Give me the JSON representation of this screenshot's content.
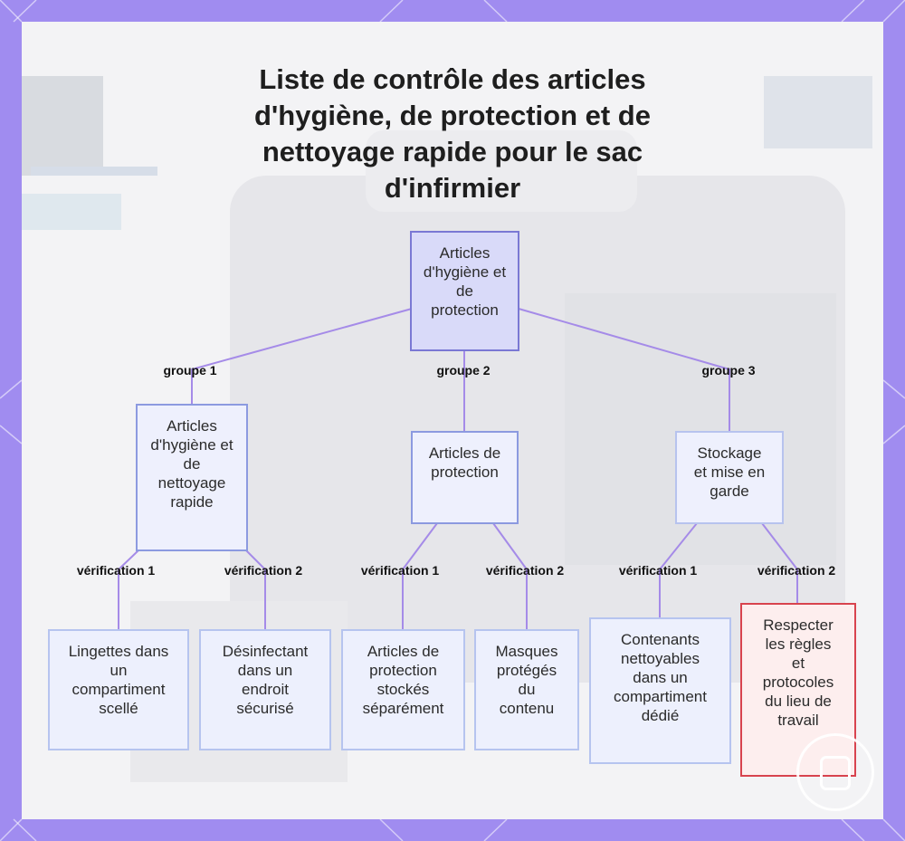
{
  "title": "Liste de contrôle des articles d'hygiène, de protection et de nettoyage rapide pour le sac d'infirmier",
  "colors": {
    "frame": "#a08cf0",
    "root_fill": "#d9daf9",
    "edge": "#a58be8",
    "highlight_border": "#d8434e"
  },
  "root": {
    "label": "Articles d'hygiène et de protection"
  },
  "groups": [
    {
      "edge_label": "groupe 1",
      "label": "Articles d'hygiène et de nettoyage rapide",
      "children": [
        {
          "edge_label": "vérification 1",
          "label": "Lingettes dans un compartiment scellé"
        },
        {
          "edge_label": "vérification 2",
          "label": "Désinfectant dans un endroit sécurisé"
        }
      ]
    },
    {
      "edge_label": "groupe 2",
      "label": "Articles de protection",
      "children": [
        {
          "edge_label": "vérification 1",
          "label": "Articles de protection stockés séparément"
        },
        {
          "edge_label": "vérification 2",
          "label": "Masques protégés du contenu"
        }
      ]
    },
    {
      "edge_label": "groupe 3",
      "label": "Stockage et mise en garde",
      "children": [
        {
          "edge_label": "vérification 1",
          "label": "Contenants nettoyables dans un compartiment dédié"
        },
        {
          "edge_label": "vérification 2",
          "label": "Respecter les règles et protocoles du lieu de travail"
        }
      ]
    }
  ],
  "icons": {
    "corner_badge": "app-badge-icon"
  }
}
